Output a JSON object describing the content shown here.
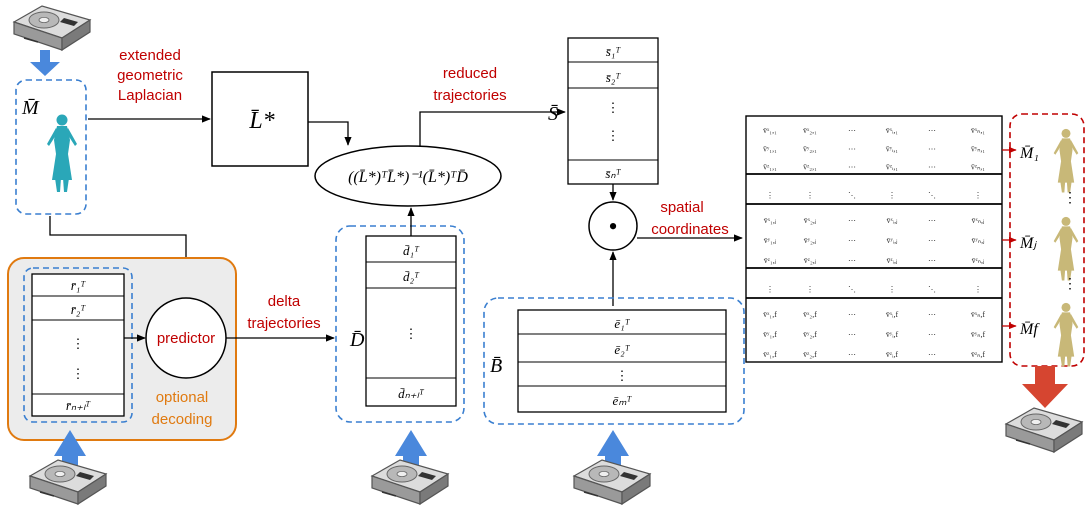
{
  "colors": {
    "annotation": "#c00000",
    "optional": "#e07a10",
    "dashed_blue": "#3a7fd0",
    "dashed_red": "#c00000",
    "arrow_blue": "#4a88dc",
    "arrow_red": "#d64530",
    "gray_panel": "#ececec",
    "figure_teal": "#2aa7b8",
    "figure_tan": "#c8b878"
  },
  "icons": {
    "storage": "hard-disk-icon",
    "mesh": "human-mesh-figure"
  },
  "labels": {
    "extended": "extended",
    "geometric": "geometric",
    "laplacian": "Laplacian",
    "reduced": "reduced",
    "trajectories_reduced": "trajectories",
    "delta": "delta",
    "trajectories_delta": "trajectories",
    "spatial": "spatial",
    "coordinates": "coordinates",
    "predictor": "predictor",
    "optional": "optional",
    "decoding": "decoding"
  },
  "math": {
    "mesh": "M̄",
    "laplacian_box": "L̄*",
    "projection": "((L̄*)ᵀL̄*)⁻¹(L̄*)ᵀD̄",
    "S": "S̄",
    "D": "D̄",
    "B": "B̄",
    "hadamard": "•",
    "m1": "M̄₁",
    "mj": "M̄ⱼ",
    "mf": "M̄f"
  },
  "columns": {
    "r": [
      "r̄₁ᵀ",
      "r̄₂ᵀ",
      "⋮",
      "⋮",
      "r̄ₙ₊ₗᵀ"
    ],
    "d": [
      "d̄₁ᵀ",
      "d̄₂ᵀ",
      "⋮",
      "d̄ₙ₊ₗᵀ"
    ],
    "s": [
      "s̄₁ᵀ",
      "s̄₂ᵀ",
      "⋮",
      "⋮",
      "s̄ₙᵀ"
    ],
    "e": [
      "ē₁ᵀ",
      "ē₂ᵀ",
      "⋮",
      "ēₘᵀ"
    ]
  },
  "matrix": {
    "blocks": [
      [
        [
          "v̄ˣ₁,₁",
          "v̄ˣ₂,₁",
          "⋯",
          "v̄ˣᵢ,₁",
          "⋯",
          "v̄ˣₙ,₁"
        ],
        [
          "v̄ʸ₁,₁",
          "v̄ʸ₂,₁",
          "⋯",
          "v̄ʸᵢ,₁",
          "⋯",
          "v̄ʸₙ,₁"
        ],
        [
          "v̄ᶻ₁,₁",
          "v̄ᶻ₂,₁",
          "⋯",
          "v̄ᶻᵢ,₁",
          "⋯",
          "v̄ᶻₙ,₁"
        ]
      ],
      [
        [
          "⋮",
          "⋮",
          "⋱",
          "⋮",
          "⋱",
          "⋮"
        ]
      ],
      [
        [
          "v̄ˣ₁,ⱼ",
          "v̄ˣ₂,ⱼ",
          "⋯",
          "v̄ˣᵢ,ⱼ",
          "⋯",
          "v̄ˣₙ,ⱼ"
        ],
        [
          "v̄ʸ₁,ⱼ",
          "v̄ʸ₂,ⱼ",
          "⋯",
          "v̄ʸᵢ,ⱼ",
          "⋯",
          "v̄ʸₙ,ⱼ"
        ],
        [
          "v̄ᶻ₁,ⱼ",
          "v̄ᶻ₂,ⱼ",
          "⋯",
          "v̄ᶻᵢ,ⱼ",
          "⋯",
          "v̄ᶻₙ,ⱼ"
        ]
      ],
      [
        [
          "⋮",
          "⋮",
          "⋱",
          "⋮",
          "⋱",
          "⋮"
        ]
      ],
      [
        [
          "v̄ˣ₁,f",
          "v̄ˣ₂,f",
          "⋯",
          "v̄ˣᵢ,f",
          "⋯",
          "v̄ˣₙ,f"
        ],
        [
          "v̄ʸ₁,f",
          "v̄ʸ₂,f",
          "⋯",
          "v̄ʸᵢ,f",
          "⋯",
          "v̄ʸₙ,f"
        ],
        [
          "v̄ᶻ₁,f",
          "v̄ᶻ₂,f",
          "⋯",
          "v̄ᶻᵢ,f",
          "⋯",
          "v̄ᶻₙ,f"
        ]
      ]
    ]
  },
  "side_dots": "⋮"
}
